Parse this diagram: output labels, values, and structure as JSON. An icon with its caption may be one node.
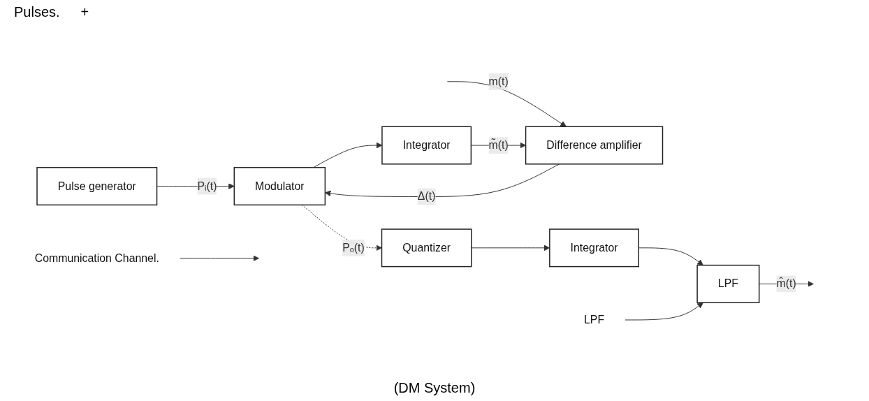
{
  "diagram": {
    "caption": "(DM System)",
    "nodes": [
      {
        "text": [
          "Pulse generator"
        ]
      },
      {
        "text": [
          "Difference amplifier"
        ]
      },
      {
        "text": [
          "Modulator"
        ]
      },
      {
        "text": [
          "Integrator"
        ]
      },
      {
        "text": [
          "Quantizer"
        ]
      },
      {
        "text": [
          "Integrator"
        ]
      },
      {
        "text": [
          "LPF"
        ]
      },
      {
        "text": [
          "LPF"
        ]
      },
      {
        "text": [
          "Communication Channel."
        ]
      }
    ],
    "edges": [
      {
        "from": null,
        "to": 1,
        "arrow": "to",
        "label": "m(t)"
      },
      {
        "from": 0,
        "to": 2,
        "arrow": "to",
        "label": "Pᵢ(t)"
      },
      {
        "from": 1,
        "to": 2,
        "arrow": "to",
        "label": "Δ(t)"
      },
      {
        "from": 2,
        "to": 4,
        "arrow": "to",
        "label": "Pₒ(t)",
        "style": "dashed"
      },
      {
        "from": 2,
        "to": 3,
        "arrow": "to"
      },
      {
        "from": 3,
        "to": 1,
        "arrow": "to",
        "label": "m̃(t)"
      },
      {
        "from": 4,
        "to": 5,
        "arrow": "to"
      },
      {
        "from": 5,
        "to": 6,
        "arrow": "to"
      },
      {
        "from": 6,
        "to": null,
        "arrow": "to",
        "label": "m̂(t)"
      },
      {
        "from": 7,
        "to": 6,
        "arrow": "to"
      },
      {
        "from": 8,
        "to": null,
        "arrow": "to"
      }
    ],
    "labels": [
      "Pulses.",
      "+"
    ]
  }
}
